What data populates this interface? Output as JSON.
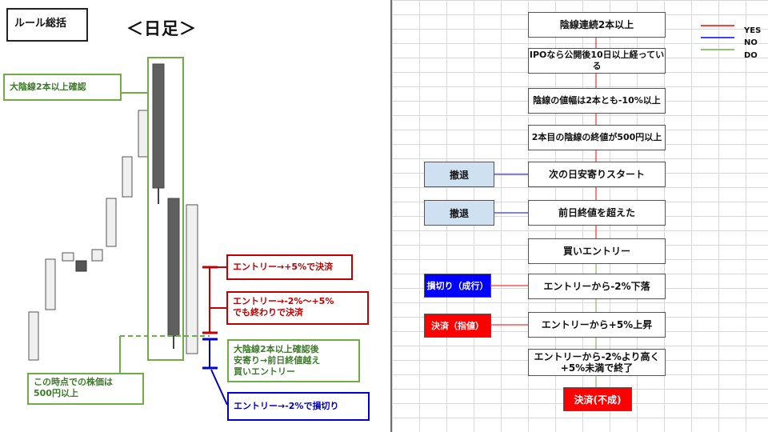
{
  "left_panel": {
    "rule_title": "ルール総括",
    "chart_title": "＜日足＞",
    "annotations": {
      "confirm": "大陰線2本以上確認",
      "price_note_line1": "この時点での株価は",
      "price_note_line2": "500円以上",
      "take_profit": "エントリー→+5%で決済",
      "range_line1": "エントリー→-2%〜+5%",
      "range_line2": "でも終わりで決済",
      "entry_line1": "大陰線2本以上確認後",
      "entry_line2": "安寄り→前日終値越え",
      "entry_line3": "買いエントリー",
      "stop_loss": "エントリー→-2%で損切り"
    },
    "colors": {
      "green": "#70ad47",
      "red": "#c00000",
      "blue": "#0000cc",
      "dark_candle": "#5f5f5f",
      "light_candle": "#f0f0f0"
    }
  },
  "flowchart": {
    "steps": [
      "陰線連続2本以上",
      "IPOなら公開後10日以上経っている",
      "陰線の値幅は2本とも-10%以上",
      "2本目の陰線の終値が500円以上",
      "次の日安寄りスタート",
      "前日終値を超えた",
      "買いエントリー",
      "エントリーから-2%下落",
      "エントリーから+5%上昇",
      "エントリーから-2%より高く",
      "+5%未満で終了"
    ],
    "side_boxes": {
      "retreat_1": "撤退",
      "retreat_2": "撤退",
      "stop_loss": "損切り（成行）",
      "take_profit": "決済（指値）"
    },
    "final": "決済(不成)",
    "legend": {
      "yes": "YES",
      "no": "NO",
      "do": "DO"
    },
    "colors": {
      "yes": "#ff0000",
      "no": "#0000ff",
      "do": "#70ad47",
      "final_bg": "#ff0000",
      "retreat_bg": "#cfe0f1"
    }
  }
}
